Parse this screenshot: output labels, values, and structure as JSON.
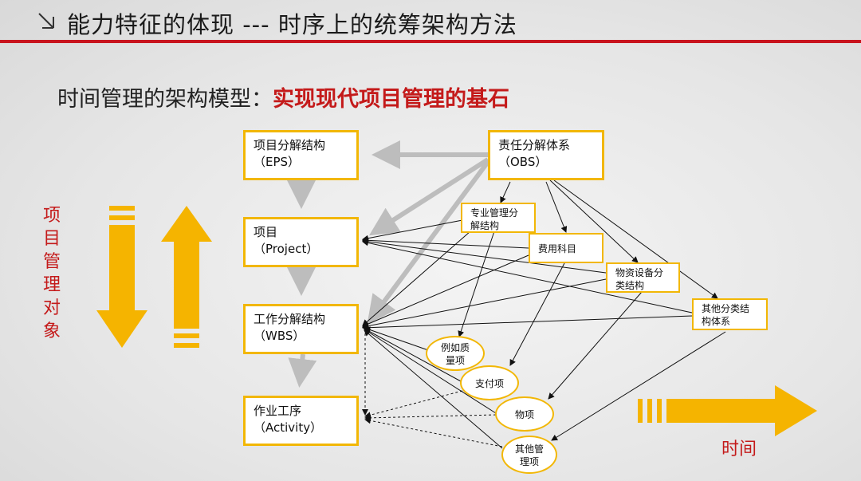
{
  "header": {
    "title": "能力特征的体现 --- 时序上的统筹架构方法"
  },
  "subtitle": {
    "prefix": "时间管理的架构模型：",
    "highlight": "实现现代项目管理的基石"
  },
  "side_label": {
    "chars": [
      "项",
      "目",
      "管",
      "理",
      "对",
      "象"
    ]
  },
  "time_label": "时间",
  "main_boxes": [
    {
      "line1": "项目分解结构",
      "line2": "（EPS）"
    },
    {
      "line1": "项目",
      "line2": "（Project）"
    },
    {
      "line1": "工作分解结构",
      "line2": "（WBS）"
    },
    {
      "line1": "作业工序",
      "line2": "（Activity）"
    }
  ],
  "obs": {
    "line1": "责任分解体系",
    "line2": "（OBS）"
  },
  "sub_boxes": [
    {
      "line1": "专业管理分",
      "line2": "解结构"
    },
    {
      "line1": "费用科目",
      "line2": ""
    },
    {
      "line1": "物资设备分",
      "line2": "类结构"
    },
    {
      "line1": "其他分类结",
      "line2": "构体系"
    }
  ],
  "ovals": [
    {
      "line1": "例如质",
      "line2": "量项"
    },
    {
      "line1": "支付项",
      "line2": ""
    },
    {
      "line1": "物项",
      "line2": ""
    },
    {
      "line1": "其他管",
      "line2": "理项"
    }
  ],
  "colors": {
    "accent_red": "#c8141e",
    "text_red": "#c41a1a",
    "box_border": "#f2b705",
    "arrow_yellow": "#f5b400",
    "gray_arrow": "#bdbdbd"
  }
}
